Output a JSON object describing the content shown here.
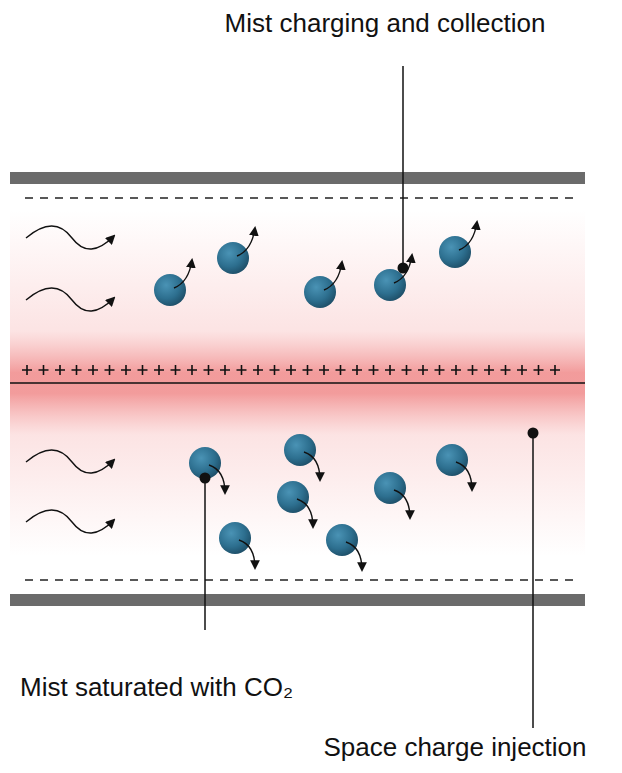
{
  "diagram": {
    "labels": [
      "Mist charging and collection",
      "Mist saturated with CO₂",
      "Space charge injection"
    ]
  }
}
